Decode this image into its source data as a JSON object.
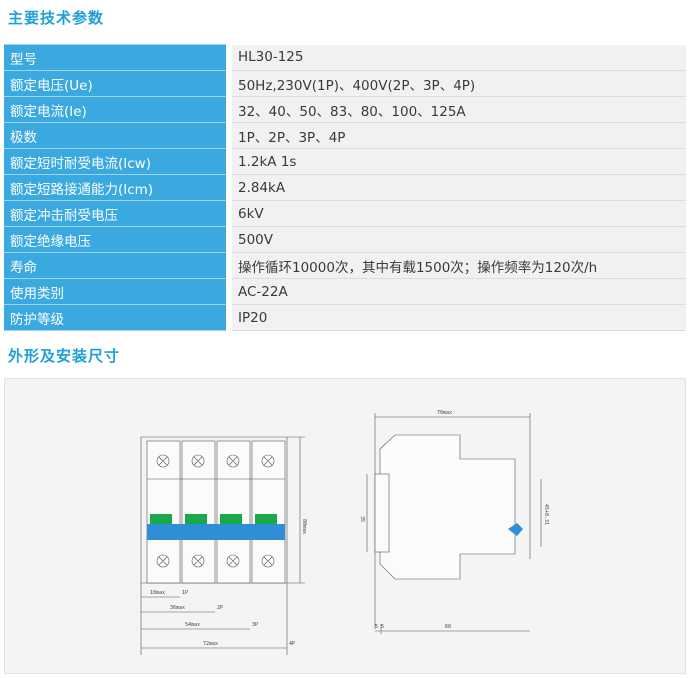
{
  "sections": {
    "specs_title": "主要技术参数",
    "dims_title": "外形及安装尺寸"
  },
  "specs": [
    {
      "label": "型号",
      "value": "HL30-125"
    },
    {
      "label": "额定电压(Ue)",
      "value": "50Hz,230V(1P)、400V(2P、3P、4P)"
    },
    {
      "label": "额定电流(Ie)",
      "value": "32、40、50、83、80、100、125A"
    },
    {
      "label": "极数",
      "value": "1P、2P、3P、4P"
    },
    {
      "label": "额定短时耐受电流(Icw)",
      "value": "1.2kA 1s"
    },
    {
      "label": "额定短路接通能力(Icm)",
      "value": "2.84kA"
    },
    {
      "label": "额定冲击耐受电压",
      "value": "6kV"
    },
    {
      "label": "额定绝缘电压",
      "value": "500V"
    },
    {
      "label": "寿命",
      "value": "操作循环10000次，其中有载1500次；操作频率为120次/h"
    },
    {
      "label": "使用类别",
      "value": "AC-22A"
    },
    {
      "label": "防护等级",
      "value": "IP20"
    }
  ],
  "drawing": {
    "front_dims": {
      "width_1p": "18max",
      "pole_1p": "1P",
      "width_2p": "36max",
      "pole_2p": "2P",
      "width_3p": "54max",
      "pole_3p": "3P",
      "width_4p": "72max",
      "pole_4p": "4P",
      "height": "80max"
    },
    "side_dims": {
      "depth": "70max",
      "rail": "35",
      "body": "60",
      "step": "45+0.31",
      "gap": "5 5"
    },
    "colors": {
      "label_bg": "#3aa9e0",
      "title": "#1e9fd8",
      "handle_green": "#1aa84a",
      "handle_blue": "#2f8fd6"
    }
  }
}
